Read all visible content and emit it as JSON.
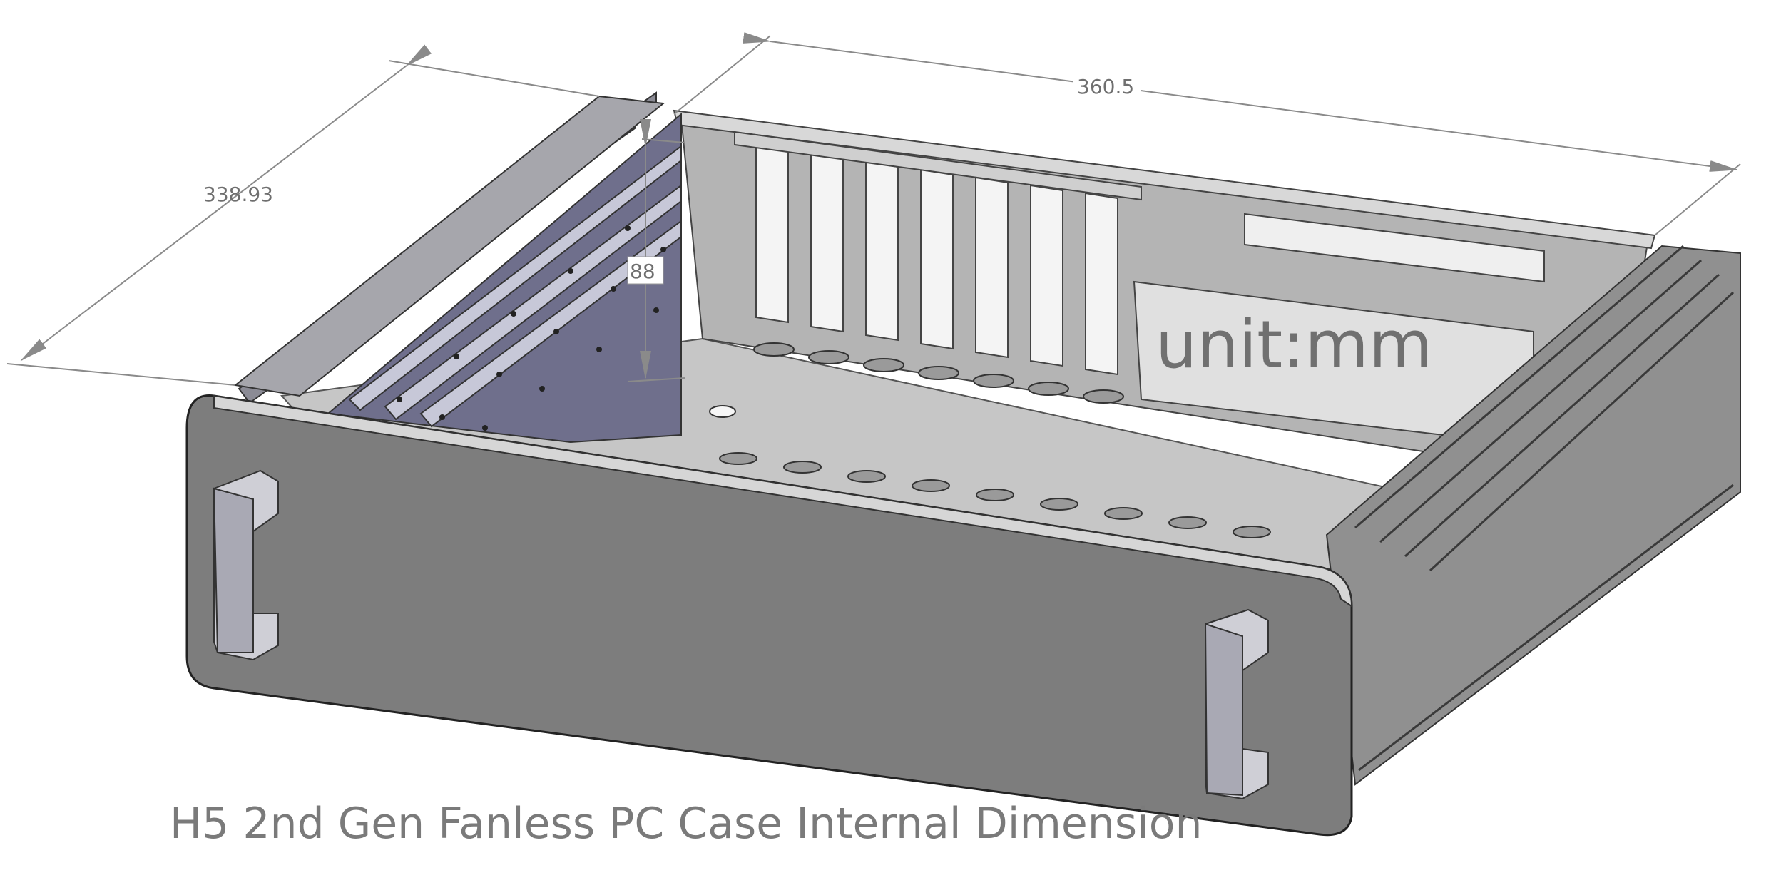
{
  "dimensions": {
    "length": "360.5",
    "depth": "338.93",
    "height": "88"
  },
  "unit_label": "unit:mm",
  "caption": "H5 2nd Gen Fanless PC Case Internal Dimension",
  "colors": {
    "panel": "#7d7d7d",
    "floor": "#c4c4c4",
    "wall": "#b2b2b2",
    "rail": "#6e6e8a",
    "fin": "#8a8a8a",
    "handle": "#cfcfd3",
    "dimension_line": "#8a8a8a",
    "text": "#707070"
  }
}
